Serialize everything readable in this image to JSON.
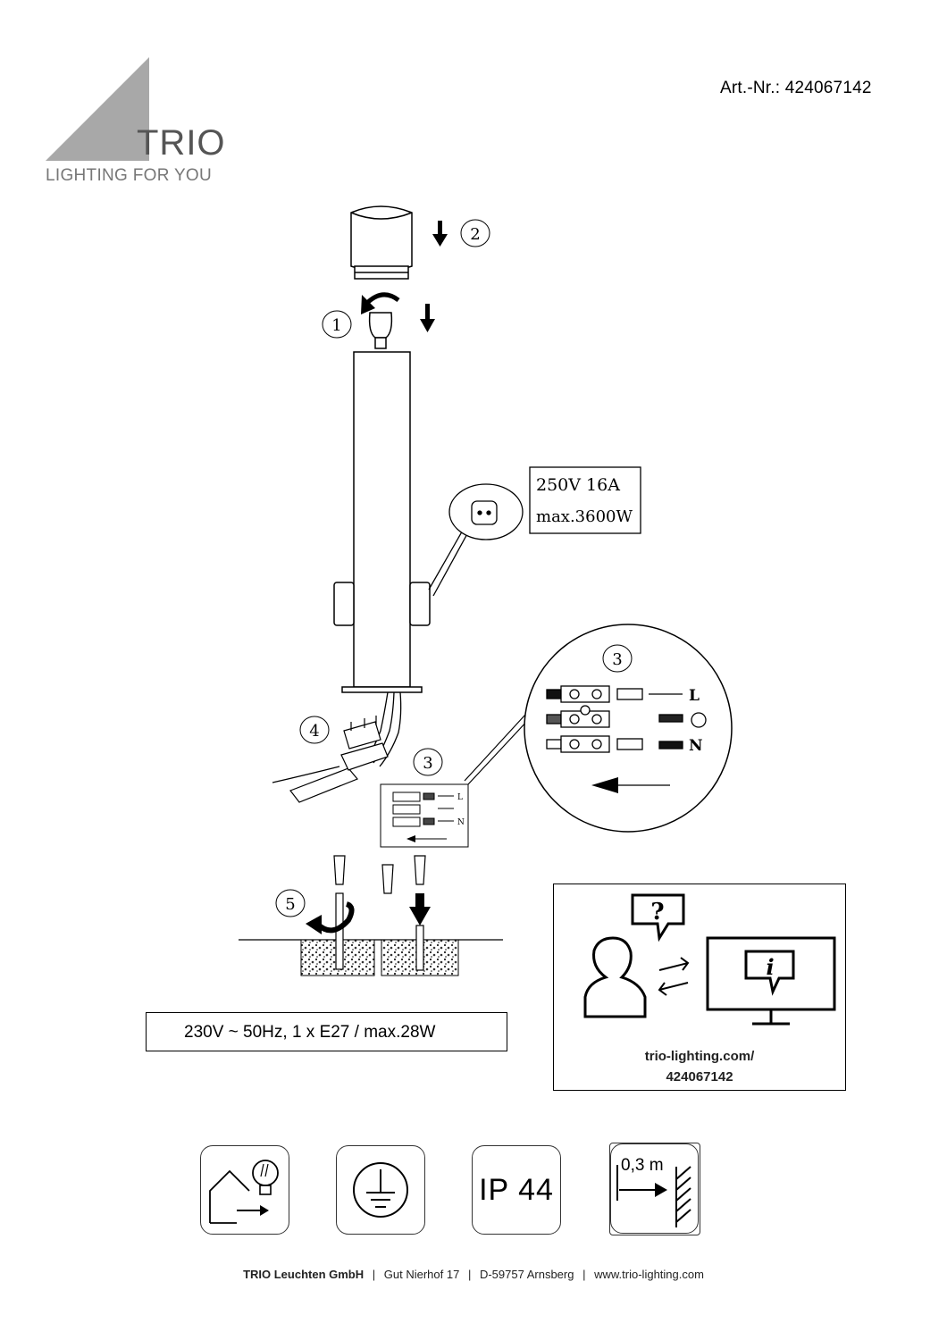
{
  "header": {
    "article_number": "Art.-Nr.: 424067142",
    "logo_name": "TRIO",
    "logo_tagline": "LIGHTING FOR YOU"
  },
  "diagram": {
    "steps": [
      "1",
      "2",
      "3",
      "3",
      "4",
      "5"
    ],
    "socket_label_line1": "250V 16A",
    "socket_label_line2": "max.3600W",
    "wiring_terminals": [
      "L",
      "N"
    ]
  },
  "specs": {
    "electrical": "230V ~ 50Hz, 1 x E27 / max.28W"
  },
  "info": {
    "url": "trio-lighting.com/",
    "code": "424067142"
  },
  "symbols": {
    "ip_rating": "IP 44",
    "distance": "0,3 m"
  },
  "footer": {
    "company": "TRIO Leuchten GmbH",
    "address": "Gut Nierhof 17",
    "city": "D-59757 Arnsberg",
    "website": "www.trio-lighting.com",
    "separator": "|"
  }
}
